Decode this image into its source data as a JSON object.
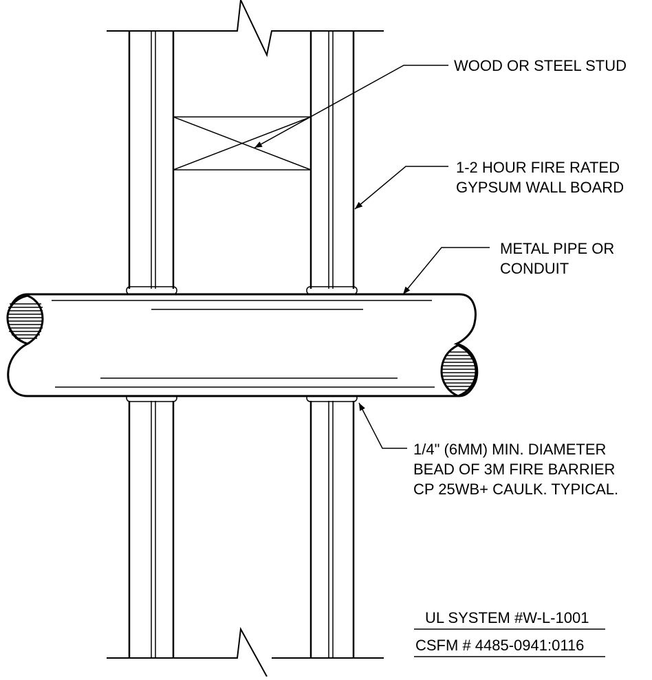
{
  "labels": {
    "stud": "WOOD OR STEEL STUD",
    "gypsum_line1": "1-2 HOUR FIRE RATED",
    "gypsum_line2": "GYPSUM WALL BOARD",
    "pipe_line1": "METAL PIPE OR",
    "pipe_line2": "CONDUIT",
    "caulk_line1": "1/4\" (6MM) MIN. DIAMETER",
    "caulk_line2": "BEAD OF 3M FIRE BARRIER",
    "caulk_line3": "CP 25WB+ CAULK. TYPICAL."
  },
  "system": {
    "ul": "UL SYSTEM #W-L-1001",
    "csfm": "CSFM # 4485-0941:0116"
  }
}
